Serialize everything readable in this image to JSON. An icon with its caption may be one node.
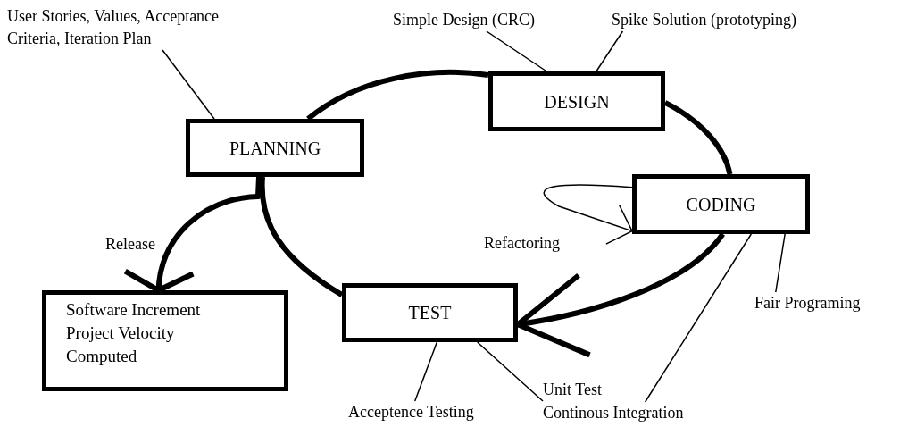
{
  "diagram": {
    "nodes": [
      {
        "text": [
          "User Stories, Values, Acceptance Criteria, Iteration Plan"
        ]
      },
      {
        "text": [
          "Simple Design (CRC)"
        ]
      },
      {
        "text": [
          "Spike Solution (prototyping)"
        ]
      },
      {
        "text": [
          "PLANNING"
        ]
      },
      {
        "text": [
          "DESIGN"
        ]
      },
      {
        "text": [
          "CODING"
        ]
      },
      {
        "text": [
          "TEST"
        ]
      },
      {
        "text": [
          "Software Increment",
          "Project Velocity Computed"
        ]
      },
      {
        "text": [
          "Fair Programing"
        ]
      },
      {
        "text": [
          "Acceptence Testing"
        ]
      },
      {
        "text": [
          "Unit Test"
        ]
      },
      {
        "text": [
          "Continous Integration"
        ]
      }
    ],
    "edges": [
      {
        "from": 3,
        "to": 4,
        "arrow": "none",
        "style": "thick"
      },
      {
        "from": 4,
        "to": 5,
        "arrow": "none",
        "style": "thick"
      },
      {
        "from": 5,
        "to": 6,
        "arrow": "to",
        "style": "thick"
      },
      {
        "from": 6,
        "to": 3,
        "arrow": "none",
        "style": "thick"
      },
      {
        "from": 3,
        "to": 7,
        "arrow": "to",
        "style": "thick",
        "label": "Release"
      },
      {
        "from": 5,
        "to": 5,
        "arrow": "to",
        "label": "Refactoring"
      },
      {
        "from": 0,
        "to": 3,
        "arrow": "none"
      },
      {
        "from": 1,
        "to": 4,
        "arrow": "none"
      },
      {
        "from": 2,
        "to": 4,
        "arrow": "none"
      },
      {
        "from": 8,
        "to": 5,
        "arrow": "none"
      },
      {
        "from": 9,
        "to": 6,
        "arrow": "none"
      },
      {
        "from": 10,
        "to": 6,
        "arrow": "none"
      },
      {
        "from": 11,
        "to": 5,
        "arrow": "none"
      }
    ]
  }
}
